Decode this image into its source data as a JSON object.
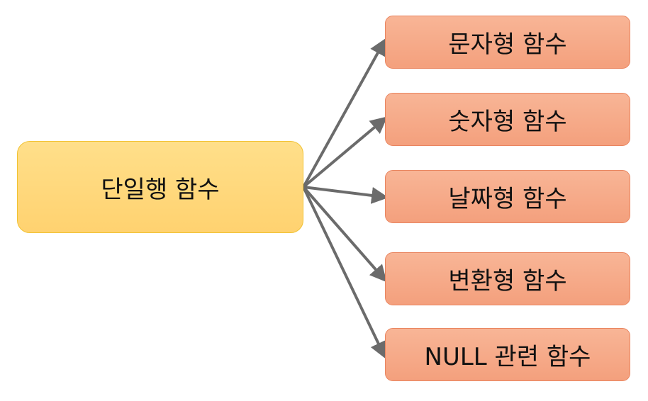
{
  "diagram": {
    "root": {
      "label": "단일행 함수"
    },
    "children": [
      {
        "label": "문자형 함수"
      },
      {
        "label": "숫자형 함수"
      },
      {
        "label": "날짜형 함수"
      },
      {
        "label": "변환형 함수"
      },
      {
        "label": "NULL 관련 함수"
      }
    ]
  },
  "colors": {
    "root_fill": "#ffd978",
    "root_border": "#f1c232",
    "child_fill": "#f6aa87",
    "child_border": "#e98560",
    "arrow": "#6b6b6b"
  }
}
